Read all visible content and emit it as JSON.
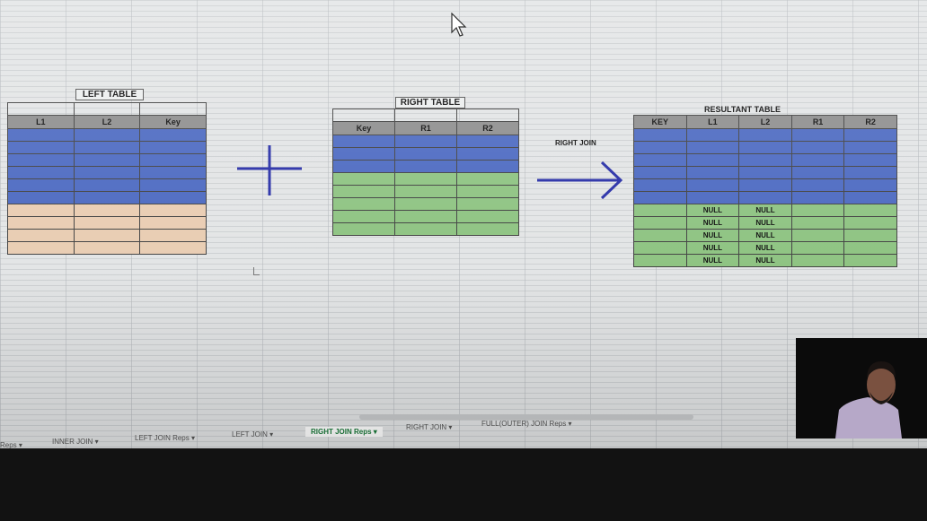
{
  "left_table": {
    "title": "LEFT TABLE",
    "headers": [
      "L1",
      "L2",
      "Key"
    ],
    "blue_rows": 6,
    "tan_rows": 4
  },
  "plus_symbol": "+",
  "right_table": {
    "title": "RIGHT TABLE",
    "headers": [
      "Key",
      "R1",
      "R2"
    ],
    "blue_rows": 3,
    "green_rows": 5
  },
  "join_label": "RIGHT JOIN",
  "result_table": {
    "title": "RESULTANT TABLE",
    "headers": [
      "KEY",
      "L1",
      "L2",
      "R1",
      "R2"
    ],
    "blue_rows": 6,
    "null_rows": [
      [
        "",
        "NULL",
        "NULL",
        "",
        ""
      ],
      [
        "",
        "NULL",
        "NULL",
        "",
        ""
      ],
      [
        "",
        "NULL",
        "NULL",
        "",
        ""
      ],
      [
        "",
        "NULL",
        "NULL",
        "",
        ""
      ],
      [
        "",
        "NULL",
        "NULL",
        "",
        ""
      ]
    ]
  },
  "sheet_tabs": [
    {
      "label": "Reps",
      "active": false
    },
    {
      "label": "INNER JOIN",
      "active": false
    },
    {
      "label": "LEFT JOIN Reps",
      "active": false
    },
    {
      "label": "LEFT JOIN",
      "active": false
    },
    {
      "label": "RIGHT JOIN Reps",
      "active": true
    },
    {
      "label": "RIGHT JOIN",
      "active": false
    },
    {
      "label": "FULL(OUTER) JOIN Reps",
      "active": false
    }
  ],
  "colors": {
    "blue": "#4e6bc2",
    "tan": "#e9cdb3",
    "green": "#8fc483",
    "header_gray": "#8f8f8f",
    "arrow_blue": "#2a31a8"
  },
  "icons": [
    "mouse-cursor-icon",
    "plus-icon",
    "right-arrow-icon",
    "tab-dropdown-icon"
  ]
}
